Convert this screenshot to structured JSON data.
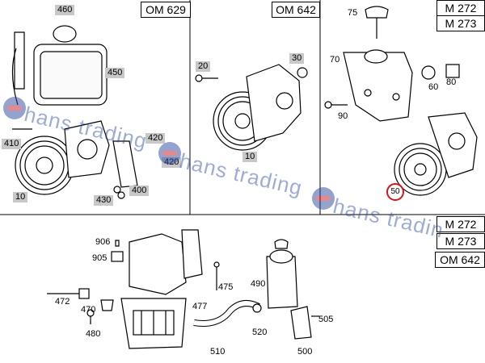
{
  "engine_tags": {
    "om629": "OM 629",
    "om642_top": "OM 642",
    "m272_top": "M 272",
    "m273_top": "M 273",
    "m272_bottom": "M 272",
    "m273_bottom": "M 273",
    "om642_bottom": "OM 642"
  },
  "labels": {
    "p460": "460",
    "p450": "450",
    "p410": "410",
    "p420a": "420",
    "p420b": "420",
    "p10a": "10",
    "p430": "430",
    "p400": "400",
    "p20": "20",
    "p30": "30",
    "p10b": "10",
    "p75": "75",
    "p70": "70",
    "p60": "60",
    "p80": "80",
    "p90": "90",
    "p50": "50",
    "p906": "906",
    "p905": "905",
    "p472": "472",
    "p470": "470",
    "p480": "480",
    "p475": "475",
    "p477": "477",
    "p510": "510",
    "p490": "490",
    "p520": "520",
    "p505": "505",
    "p500": "500"
  },
  "watermark": {
    "text1": "hans trading",
    "text2": "hans trading",
    "text3": "hans tradin"
  }
}
